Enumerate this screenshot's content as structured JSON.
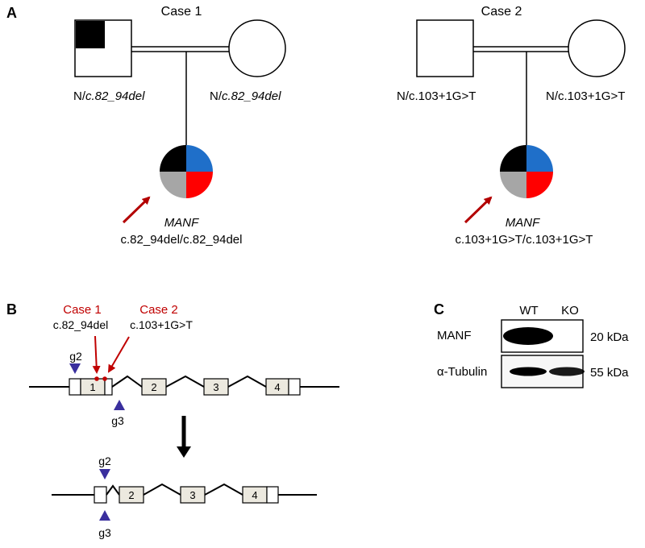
{
  "panel_a": {
    "letter": "A",
    "case1": {
      "title": "Case 1",
      "father_prefix": "N/",
      "father_variant": "c.82_94del",
      "mother_prefix": "N/",
      "mother_variant": "c.82_94del",
      "gene": "MANF",
      "child_genotype": "c.82_94del/c.82_94del"
    },
    "case2": {
      "title": "Case 2",
      "father_genotype": "N/c.103+1G>T",
      "mother_genotype": "N/c.103+1G>T",
      "gene": "MANF",
      "child_genotype": "c.103+1G>T/c.103+1G>T"
    },
    "colors": {
      "quadrant_top_left": "#000000",
      "quadrant_top_right": "#1f6fc9",
      "quadrant_bottom_right": "#ff0000",
      "quadrant_bottom_left": "#a6a6a6",
      "proband_arrow": "#b30000"
    }
  },
  "panel_b": {
    "letter": "B",
    "case1_label": "Case 1",
    "case1_variant": "c.82_94del",
    "case2_label": "Case 2",
    "case2_variant": "c.103+1G>T",
    "guide_top": "g2",
    "guide_bottom": "g3",
    "exons": [
      "1",
      "2",
      "3",
      "4"
    ],
    "ko_exons": [
      "2",
      "3",
      "4"
    ],
    "colors": {
      "guide_marker": "#3a2f9e",
      "case_label": "#c00000",
      "exon_fill": "#ece9df"
    }
  },
  "panel_c": {
    "letter": "C",
    "lanes": [
      "WT",
      "KO"
    ],
    "rows": [
      {
        "label": "MANF",
        "size": "20 kDa",
        "bands": [
          1.0,
          0.0
        ]
      },
      {
        "label": "α-Tubulin",
        "size": "55 kDa",
        "bands": [
          1.0,
          0.9
        ]
      }
    ]
  }
}
